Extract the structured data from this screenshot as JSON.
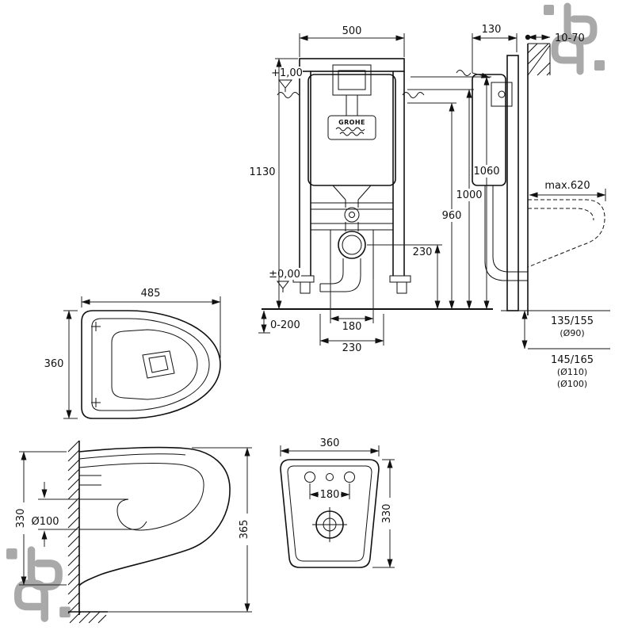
{
  "front_view": {
    "width": "500",
    "height": "1130",
    "level_top": "+1,00",
    "level_zero": "±0,00",
    "foot_range": "0-200",
    "bolt_spacing": "180",
    "outlet_offset": "230",
    "outlet_height": "230",
    "dim_960": "960",
    "dim_1000": "1000",
    "dim_1060": "1060",
    "brand": "GROHE"
  },
  "side_view": {
    "frame_depth": "130",
    "wall_range": "10-70",
    "max_reach": "max.620",
    "level1": "135/155",
    "level1_dia": "(Ø90)",
    "level2": "145/165",
    "level2_dia1": "(Ø110)",
    "level2_dia2": "(Ø100)"
  },
  "bowl_top_view": {
    "length": "485",
    "width": "360"
  },
  "bowl_side_view": {
    "height": "330",
    "drain_dia": "Ø100",
    "total_height": "365"
  },
  "bowl_rear_view": {
    "width": "360",
    "bolt_spacing": "180",
    "height": "330"
  },
  "watermark": {
    "icon": "b3-monogram"
  }
}
